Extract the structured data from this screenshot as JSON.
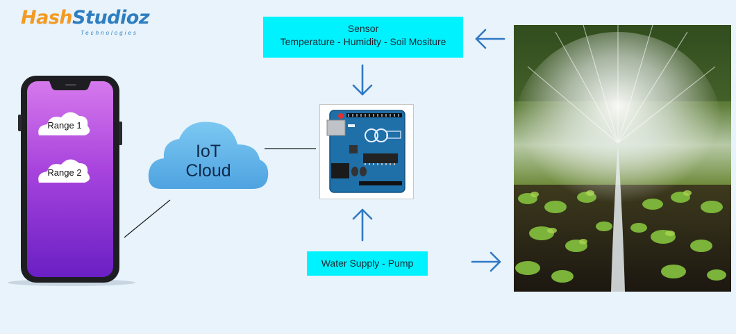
{
  "logo": {
    "brand_part1": "Hash",
    "brand_part2": "Studioz",
    "tagline": "Technologies"
  },
  "phone": {
    "items": [
      {
        "label": "Range 1"
      },
      {
        "label": "Range 2"
      }
    ]
  },
  "cloud": {
    "line1": "IoT",
    "line2": "Cloud"
  },
  "sensor": {
    "title": "Sensor",
    "subtitle": "Temperature - Humidity - Soil Mositure"
  },
  "pump": {
    "label": "Water Supply - Pump"
  },
  "colors": {
    "accent": "#00f2ff",
    "arrow": "#2f78c4",
    "phone_screen": "#9b3fd8",
    "cloud": "#63b6ea"
  }
}
